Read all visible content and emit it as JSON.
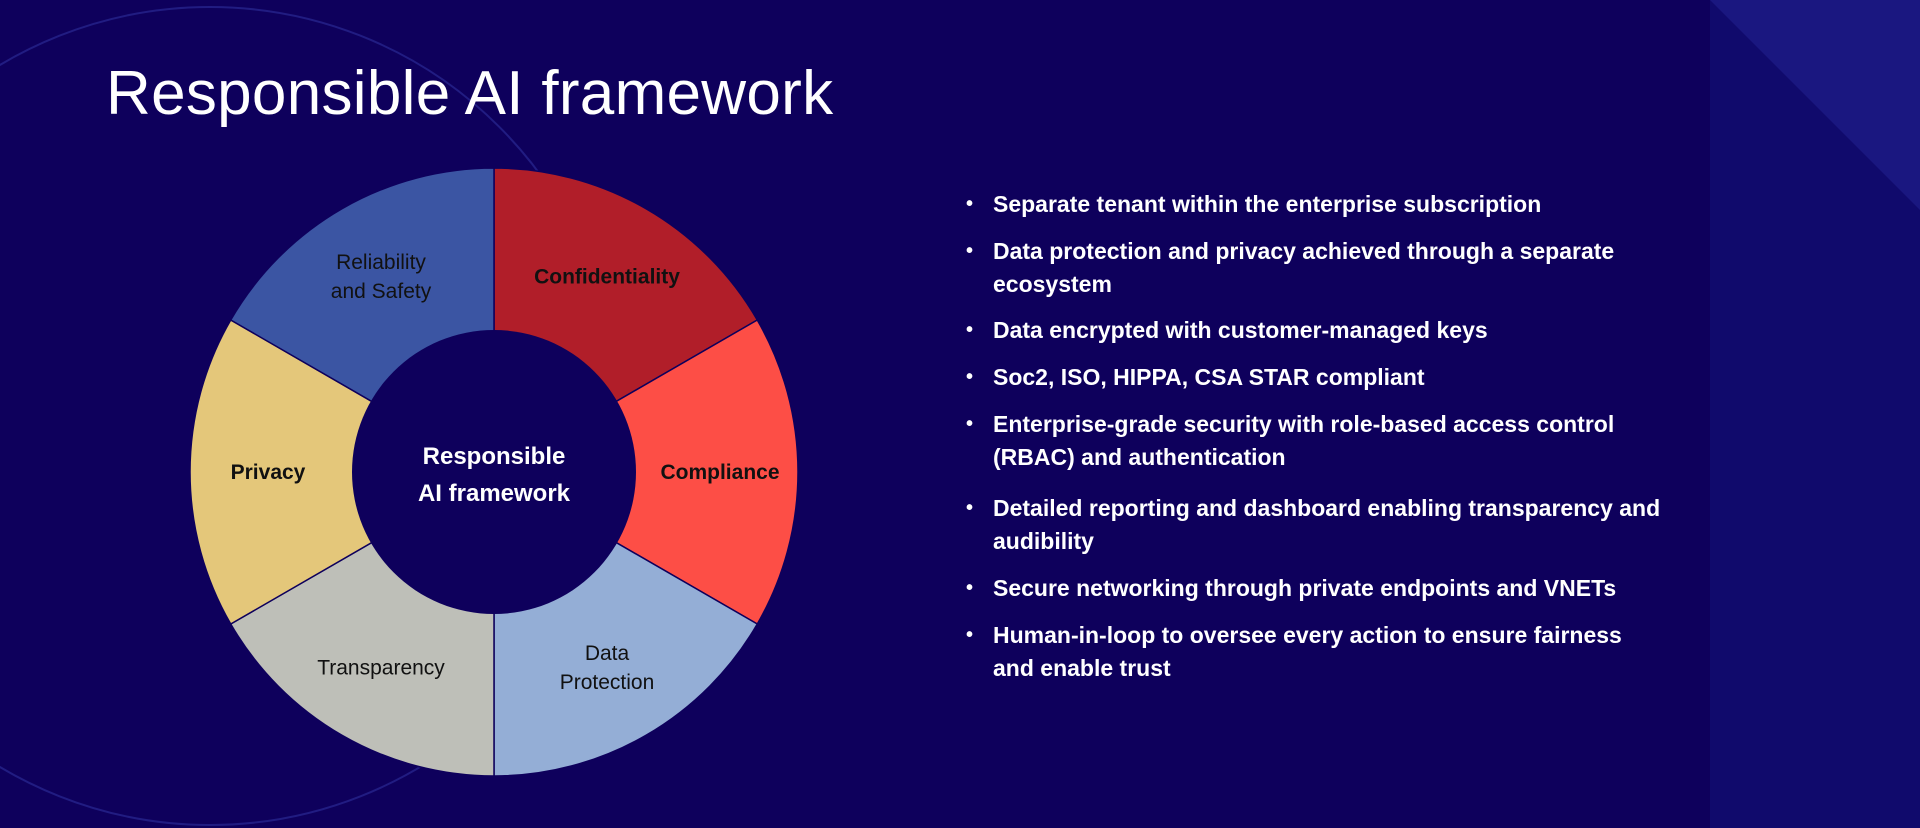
{
  "slide": {
    "title": "Responsible AI framework",
    "colors": {
      "background": "#0e005c",
      "right_panel": "#100a6c",
      "separator": "#0e005c"
    }
  },
  "wheel": {
    "center": {
      "line1": "Responsible",
      "line2": "AI framework"
    },
    "segments": [
      {
        "line1": "Confidentiality",
        "line2": "",
        "color": "#b11e29",
        "bold": true
      },
      {
        "line1": "Compliance",
        "line2": "",
        "color": "#fd4e46",
        "bold": true
      },
      {
        "line1": "Data",
        "line2": "Protection",
        "color": "#94aed6",
        "bold": false
      },
      {
        "line1": "Transparency",
        "line2": "",
        "color": "#bebfb8",
        "bold": false
      },
      {
        "line1": "Privacy",
        "line2": "",
        "color": "#e4c77a",
        "bold": true
      },
      {
        "line1": "Reliability",
        "line2": "and Safety",
        "color": "#3b55a3",
        "bold": false
      }
    ]
  },
  "bullets": [
    "Separate tenant within the enterprise subscription",
    "Data protection and privacy achieved through a separate ecosystem",
    "Data encrypted with customer-managed keys",
    "Soc2, ISO, HIPPA, CSA STAR compliant",
    "Enterprise-grade security with role-based access control (RBAC) and authentication",
    "Detailed reporting and dashboard enabling transparency and audibility",
    "Secure networking through private endpoints and VNETs",
    "Human-in-loop to oversee every action to ensure fairness and enable trust"
  ]
}
